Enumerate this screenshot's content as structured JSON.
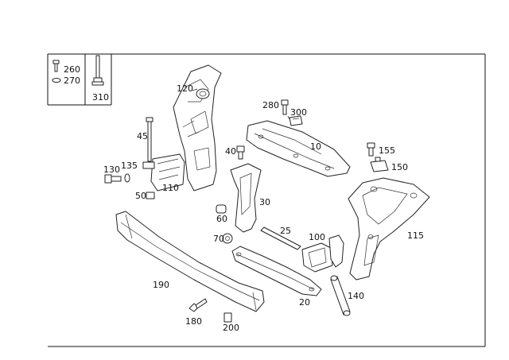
{
  "labels": {
    "p260": "260",
    "p270": "270",
    "p310": "310",
    "p120": "120",
    "p280": "280",
    "p300": "300",
    "p45": "45",
    "p10": "10",
    "p40": "40",
    "p155": "155",
    "p150": "150",
    "p130": "130",
    "p135": "135",
    "p110": "110",
    "p50": "50",
    "p30": "30",
    "p60": "60",
    "p25": "25",
    "p70": "70",
    "p100": "100",
    "p115": "115",
    "p190": "190",
    "p20": "20",
    "p140": "140",
    "p180": "180",
    "p200": "200"
  }
}
